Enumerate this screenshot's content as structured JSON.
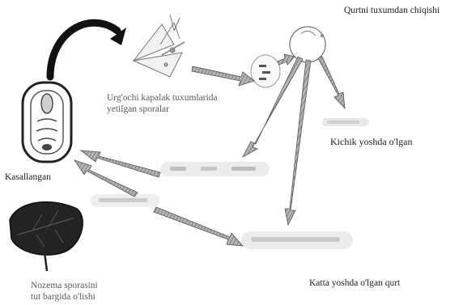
{
  "diagram": {
    "labels": {
      "hatch": "Qurtni tuxumdan chiqishi",
      "female_spores_line1": "Urg'ochi kapalak tuxumlarida",
      "female_spores_line2": "yetilgan sporalar",
      "small_dead": "Kichik yoshda o'lgan",
      "diseased": "Kasallangan",
      "large_dead": "Katta yoshda o'lgan qurt",
      "nosema_line1": "Nozema sporasini",
      "nosema_line2": "tut bargida o'lishi"
    },
    "colors": {
      "arrow_fill": "#9a9a9a",
      "arrow_stroke": "#5a5a5a",
      "ink": "#1a1a1a",
      "leaf": "#2a2a2a"
    }
  }
}
